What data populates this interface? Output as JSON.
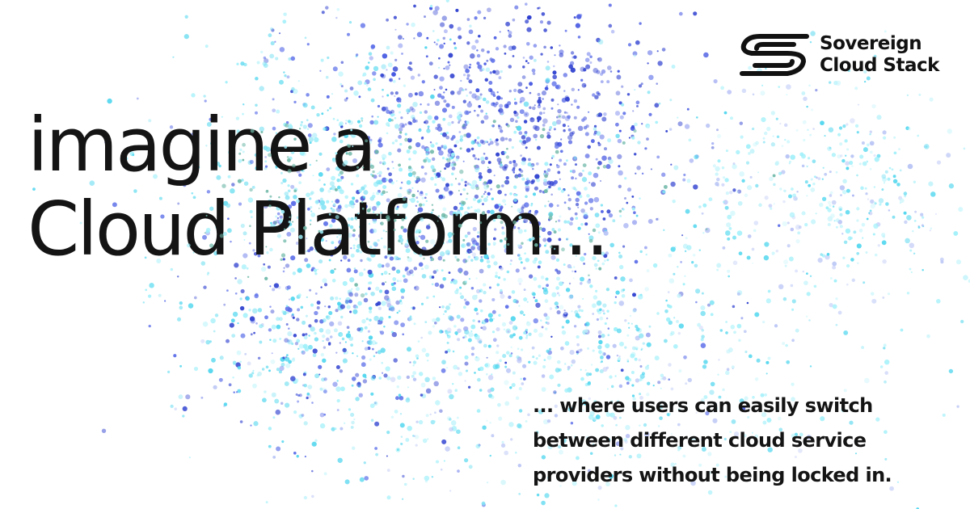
{
  "brand": {
    "name_line1": "Sovereign",
    "name_line2": "Cloud Stack",
    "logo_icon": "sovereign-cloud-stack-s-mark"
  },
  "headline": {
    "line1": "imagine a",
    "line2": "Cloud Platform..."
  },
  "tagline": {
    "line1": "... where users can easily switch",
    "line2": "between different cloud service",
    "line3": "providers without being locked in."
  },
  "colors": {
    "text": "#141414",
    "dot_dark_blue": "#2d3fcf",
    "dot_blue": "#5a6de8",
    "dot_cyan": "#4fd6ee",
    "dot_light_cyan": "#9ff0fa",
    "dot_teal_on_text": "#6fb8a8"
  }
}
